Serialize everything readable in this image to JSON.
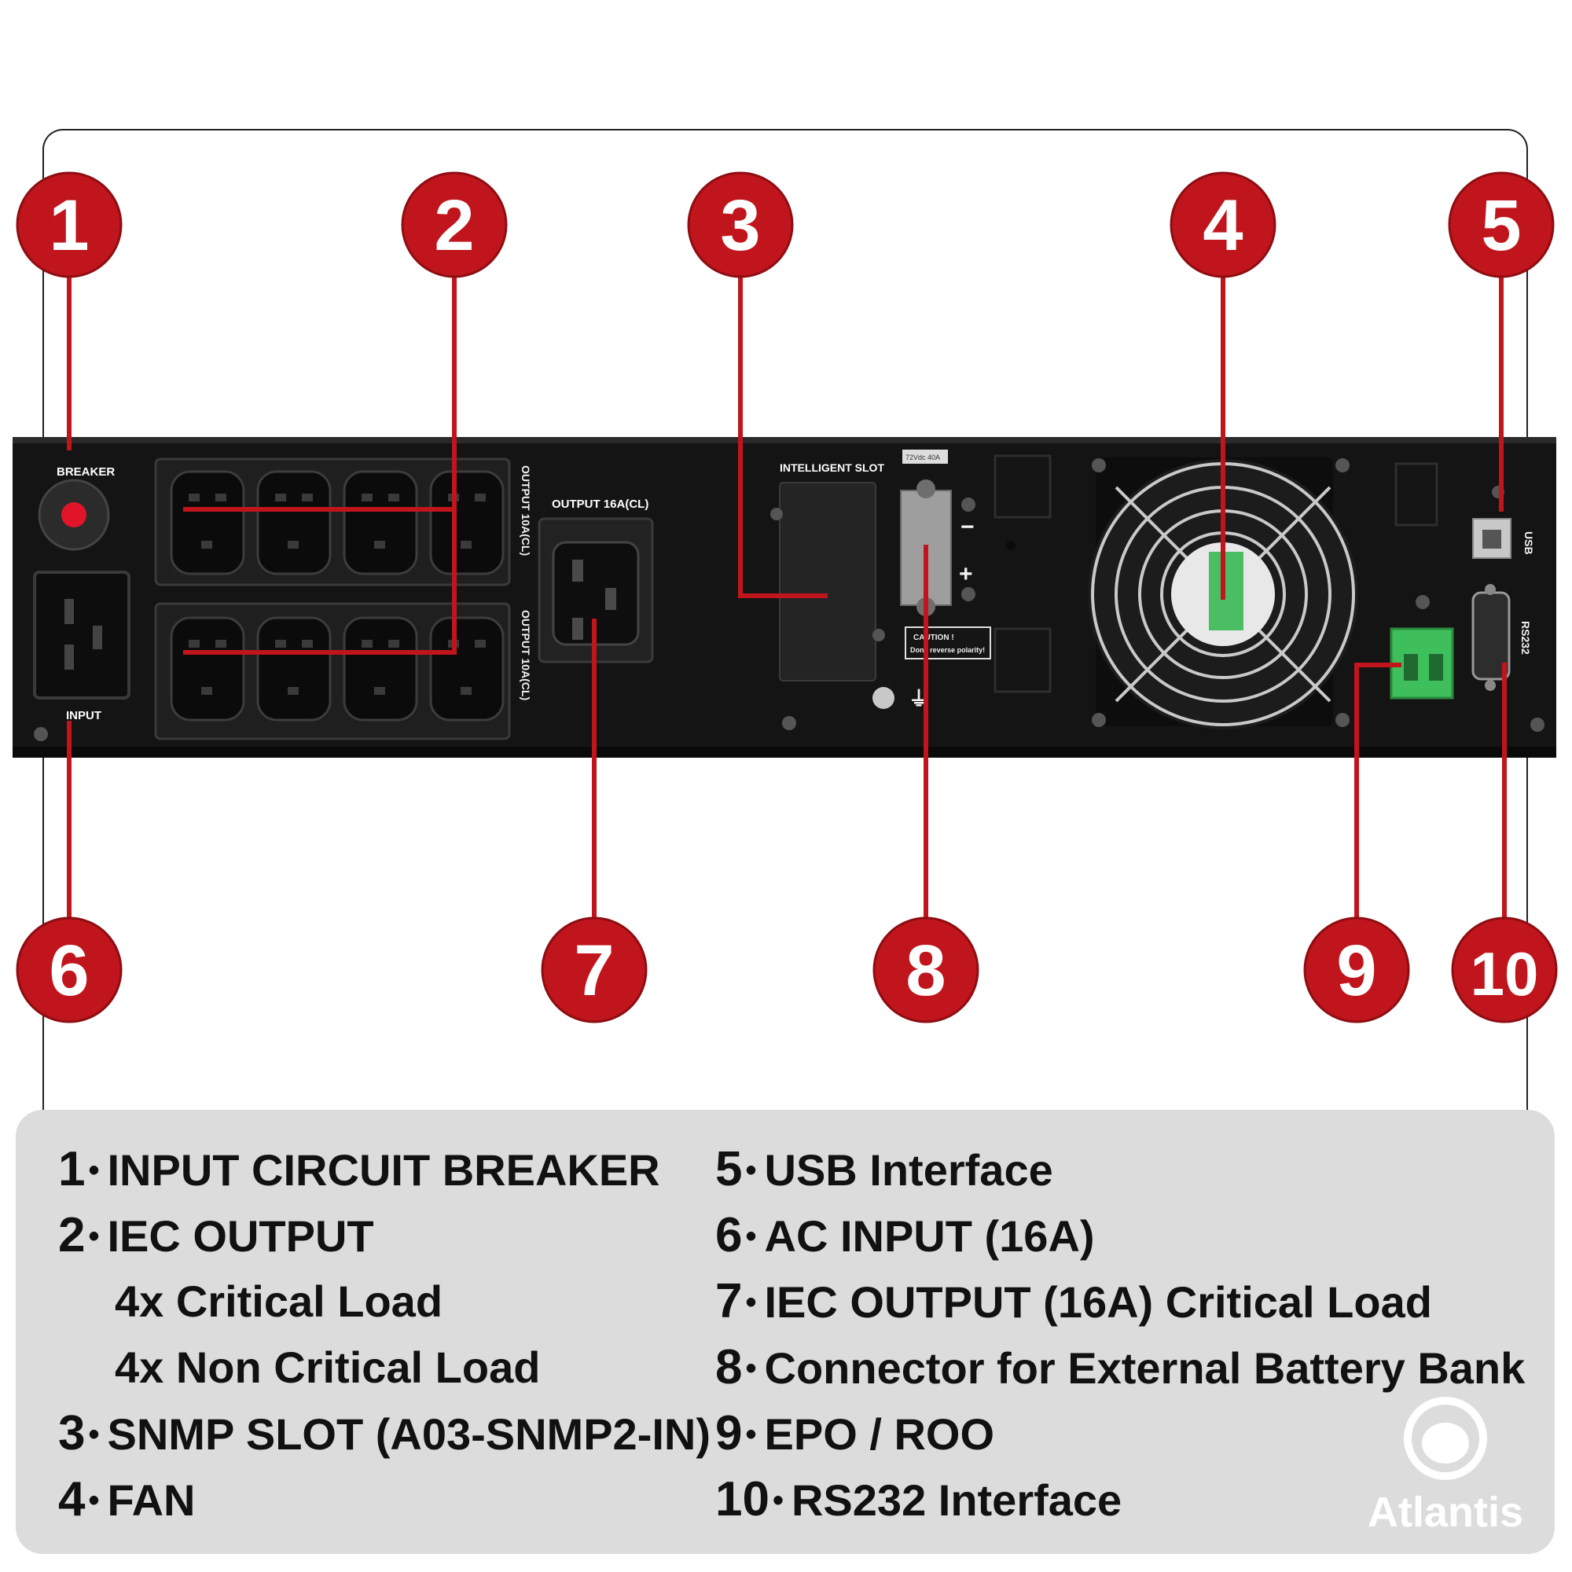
{
  "panel": {
    "breaker_label": "BREAKER",
    "input_label": "INPUT",
    "output10_label": "OUTPUT 10A(CL)",
    "output16_label": "OUTPUT 16A(CL)",
    "slot_label": "INTELLIGENT SLOT",
    "battery_rating": "72Vdc 40A",
    "caution_title": "CAUTION !",
    "caution_text": "Don't reverse polarity!",
    "minus_sign": "−",
    "plus_sign": "+",
    "usb_label": "USB",
    "rs232_label": "RS232"
  },
  "callouts": [
    "1",
    "2",
    "3",
    "4",
    "5",
    "6",
    "7",
    "8",
    "9",
    "10"
  ],
  "legend": {
    "left": [
      {
        "num": "1",
        "text": "INPUT CIRCUIT BREAKER"
      },
      {
        "num": "2",
        "text": "IEC OUTPUT"
      },
      {
        "num": "",
        "text": "4x Critical Load"
      },
      {
        "num": "",
        "text": "4x Non Critical Load"
      },
      {
        "num": "3",
        "text": "SNMP SLOT (A03-SNMP2-IN)"
      },
      {
        "num": "4",
        "text": "FAN"
      }
    ],
    "right": [
      {
        "num": "5",
        "text": "USB Interface"
      },
      {
        "num": "6",
        "text": "AC INPUT (16A)"
      },
      {
        "num": "7",
        "text": "IEC OUTPUT (16A) Critical Load"
      },
      {
        "num": "8",
        "text": "Connector for External Battery Bank"
      },
      {
        "num": "9",
        "text": "EPO / ROO"
      },
      {
        "num": "10",
        "text": "RS232 Interface"
      }
    ],
    "separator": "•"
  },
  "brand": "Atlantis",
  "colors": {
    "callout": "#c0151c",
    "panel": "#141414",
    "legend_bg": "#dcdcdc"
  }
}
